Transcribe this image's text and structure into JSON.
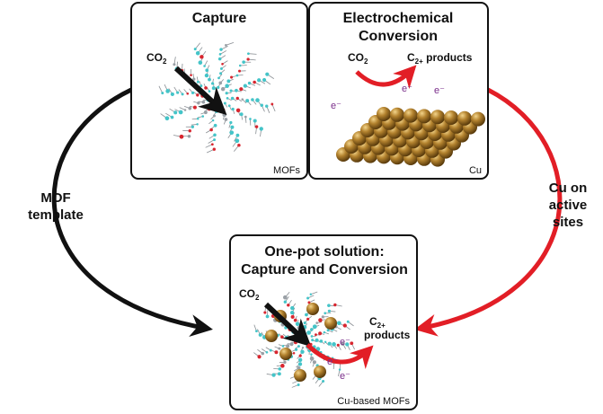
{
  "colors": {
    "black_arrow": "#111111",
    "red_arrow": "#e21e26",
    "electron": "#7a2e8a",
    "copper": "#a97a2a",
    "mof_cyan": "#44c4c8",
    "mof_red": "#d8262f"
  },
  "panels": {
    "capture": {
      "title": "Capture",
      "co2": "CO",
      "co2_sub": "2",
      "corner": "MOFs"
    },
    "conversion": {
      "title_line1": "Electrochemical",
      "title_line2": "Conversion",
      "co2": "CO",
      "co2_sub": "2",
      "product": "C",
      "product_sub": "2+",
      "product_rest": " products",
      "electron": "e⁻",
      "corner": "Cu"
    },
    "onepot": {
      "title_line1": "One-pot solution:",
      "title_line2": "Capture and Conversion",
      "co2": "CO",
      "co2_sub": "2",
      "product": "C",
      "product_sub": "2+",
      "product_line2": "products",
      "electron": "e⁻",
      "corner": "Cu-based MOFs"
    }
  },
  "side_labels": {
    "left_line1": "MOF",
    "left_line2": "template",
    "right_line1": "Cu on",
    "right_line2": "active",
    "right_line3": "sites"
  }
}
